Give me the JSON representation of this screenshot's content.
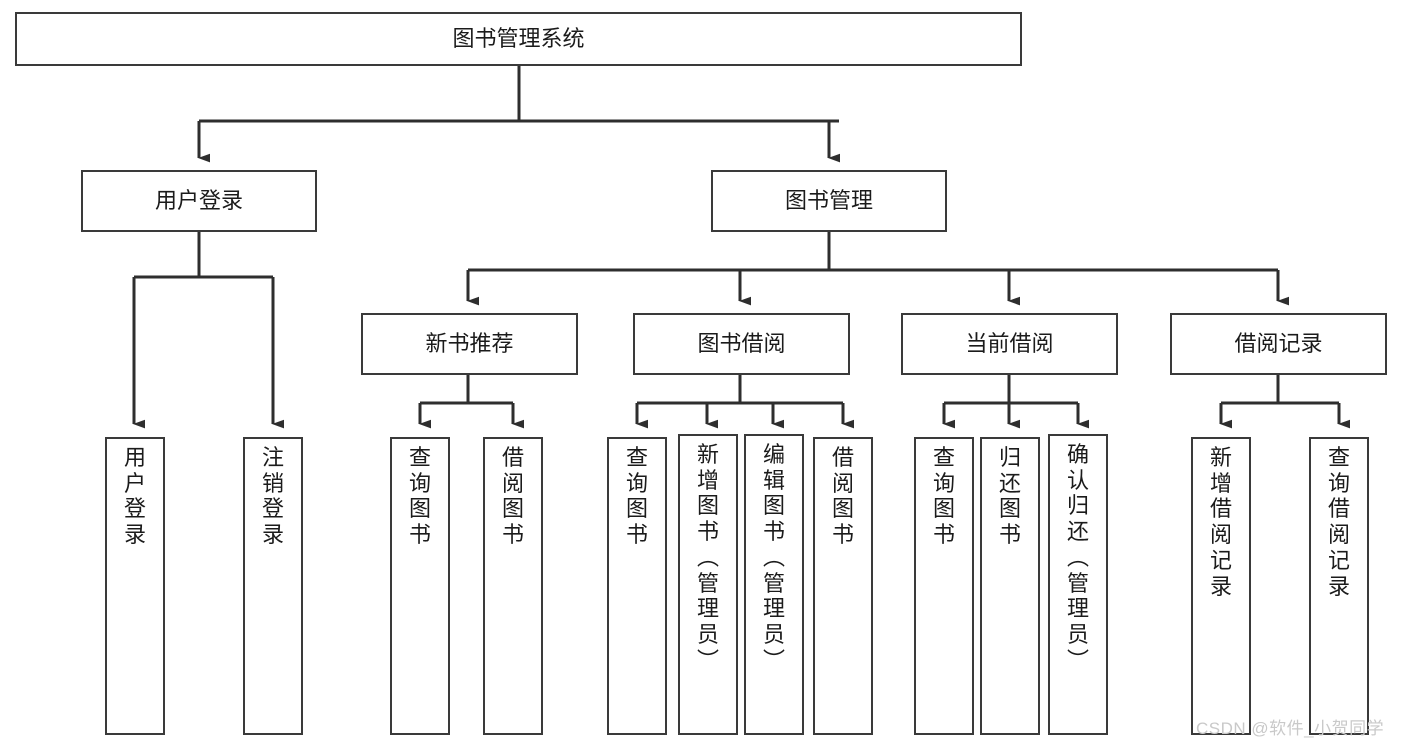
{
  "diagram": {
    "type": "tree",
    "title": "图书管理系统",
    "root": {
      "label": "图书管理系统"
    },
    "level2": [
      {
        "label": "用户登录"
      },
      {
        "label": "图书管理"
      }
    ],
    "level3": [
      {
        "label": "新书推荐"
      },
      {
        "label": "图书借阅"
      },
      {
        "label": "当前借阅"
      },
      {
        "label": "借阅记录"
      }
    ],
    "leaves": {
      "user_login": [
        {
          "label": "用户登录",
          "chars": [
            "用",
            "户",
            "登",
            "录"
          ]
        },
        {
          "label": "注销登录",
          "chars": [
            "注",
            "销",
            "登",
            "录"
          ]
        }
      ],
      "new_book": [
        {
          "label": "查询图书",
          "chars": [
            "查",
            "询",
            "图",
            "书"
          ]
        },
        {
          "label": "借阅图书",
          "chars": [
            "借",
            "阅",
            "图",
            "书"
          ]
        }
      ],
      "borrow": [
        {
          "label": "查询图书",
          "chars": [
            "查",
            "询",
            "图",
            "书"
          ]
        },
        {
          "label": "新增图书（管理员）",
          "chars": [
            "新",
            "增",
            "图",
            "书",
            "（",
            "管",
            "理",
            "员",
            "）"
          ]
        },
        {
          "label": "编辑图书（管理员）",
          "chars": [
            "编",
            "辑",
            "图",
            "书",
            "（",
            "管",
            "理",
            "员",
            "）"
          ]
        },
        {
          "label": "借阅图书",
          "chars": [
            "借",
            "阅",
            "图",
            "书"
          ]
        }
      ],
      "current": [
        {
          "label": "查询图书",
          "chars": [
            "查",
            "询",
            "图",
            "书"
          ]
        },
        {
          "label": "归还图书",
          "chars": [
            "归",
            "还",
            "图",
            "书"
          ]
        },
        {
          "label": "确认归还（管理员）",
          "chars": [
            "确",
            "认",
            "归",
            "还",
            "（",
            "管",
            "理",
            "员",
            "）"
          ]
        }
      ],
      "records": [
        {
          "label": "新增借阅记录",
          "chars": [
            "新",
            "增",
            "借",
            "阅",
            "记",
            "录"
          ]
        },
        {
          "label": "查询借阅记录",
          "chars": [
            "查",
            "询",
            "借",
            "阅",
            "记",
            "录"
          ]
        }
      ]
    },
    "watermark": "CSDN @软件_小贺同学",
    "colors": {
      "stroke": "#3a3a3a",
      "fill": "#ffffff",
      "text": "#1b1b1b",
      "watermark": "#c9c9c9"
    }
  }
}
